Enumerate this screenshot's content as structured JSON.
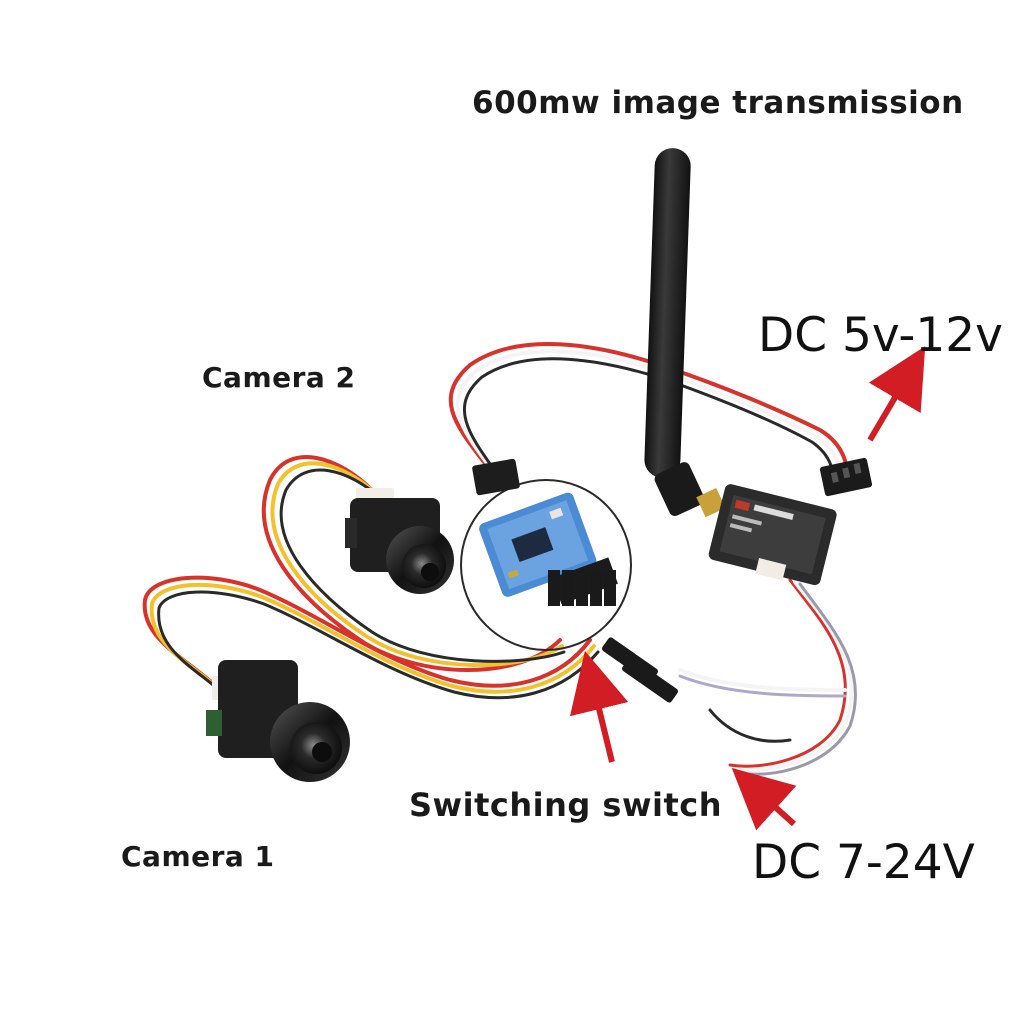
{
  "labels": {
    "title": "600mw image transmission",
    "camera2": "Camera 2",
    "camera1": "Camera 1",
    "switch": "Switching switch",
    "dc_transmitter": "DC 5v-12v",
    "dc_input": "DC 7-24V"
  },
  "colors": {
    "arrow": "#d31d24",
    "wire_red": "#d8322c",
    "wire_yellow": "#f2c12e",
    "wire_black": "#2a2a2a",
    "wire_white": "#f4f4f4",
    "board_blue": "#4b8bd4"
  }
}
